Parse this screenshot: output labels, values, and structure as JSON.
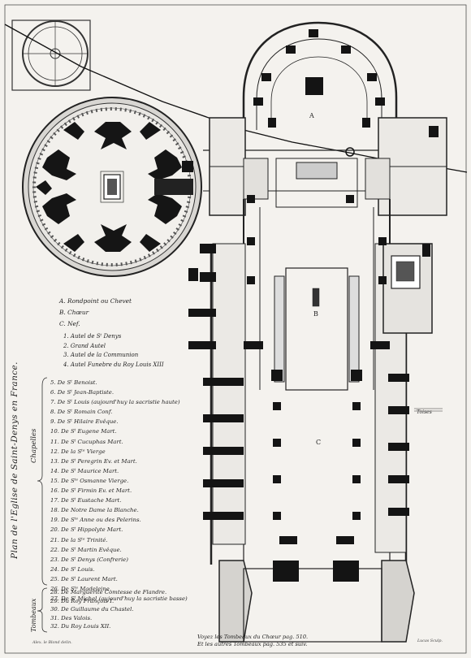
{
  "title": "Plan de l'Eglise de Saint-Denys en France.",
  "labels": {
    "chapels_heading": "Chapelles",
    "tombs_heading": "Tombeaux",
    "letter_a": "A",
    "letter_b": "B",
    "letter_c": "C",
    "scale": "Toises"
  },
  "parts_legend": [
    "A. Rondpoint ou Chevet",
    "B. Chœur",
    "C. Nef."
  ],
  "altars_legend": [
    "1. Autel de Sᵗ Denys",
    "2. Grand Autel",
    "3. Autel de la Communion",
    "4. Autel Funebre du Roy Louis XIII"
  ],
  "chapels_legend": [
    "5. De Sᵗ Benoist.",
    "6. De Sᵗ Jean-Baptiste.",
    "7. De Sᵗ Louis (aujourd'huy la sacristie haute)",
    "8. De Sᵗ Romain Conf.",
    "9. De Sᵗ Hilaire Evêque.",
    "10. De Sᵗ Eugene Mart.",
    "11. De Sᵗ Cucuphas Mart.",
    "12. De la Sᵗᵉ Vierge",
    "13. De Sᵗ Peregrin Ev. et Mart.",
    "14. De Sᵗ Maurice Mart.",
    "15. De Sᵗᵉ Osmanne Vierge.",
    "16. De Sᵗ Firmin Ev. et Mart.",
    "17. De Sᵗ Eustache Mart.",
    "18. De Notre Dame la Blanche.",
    "19. De Sᵗᵉ Anne ou des Pelerins.",
    "20. De Sᵗ Hippolyte Mart.",
    "21. De la Sᵗᵉ Trinité.",
    "22. De Sᵗ Martin Evêque.",
    "23. De Sᵗ Denys (Confrerie)",
    "24. De Sᵗ Louis.",
    "25. De Sᵗ Laurent Mart.",
    "26. De Sᵗᵉ Madeleine.",
    "27. De Sᵗ Michel (aujourd'huy la sacristie basse)"
  ],
  "tombs_legend": [
    "28. De Marguerite Comtesse de Flandre.",
    "29. Du Roy François I.",
    "30. De Guillaume du Chastel.",
    "31. Des Valois.",
    "32. Du Roy Louis XII."
  ],
  "note_lines": [
    "Voyez les Tombeaux du Chœur pag. 510.",
    "Et les autres Tombeaux pag. 535 et suiv."
  ],
  "credit_left": "Alex. le Blond delin.",
  "credit_right": "Lucas Sculp.",
  "colors": {
    "ink": "#1c1c1c",
    "paper": "#f4f2ee",
    "grey": "#8a8a8a"
  }
}
